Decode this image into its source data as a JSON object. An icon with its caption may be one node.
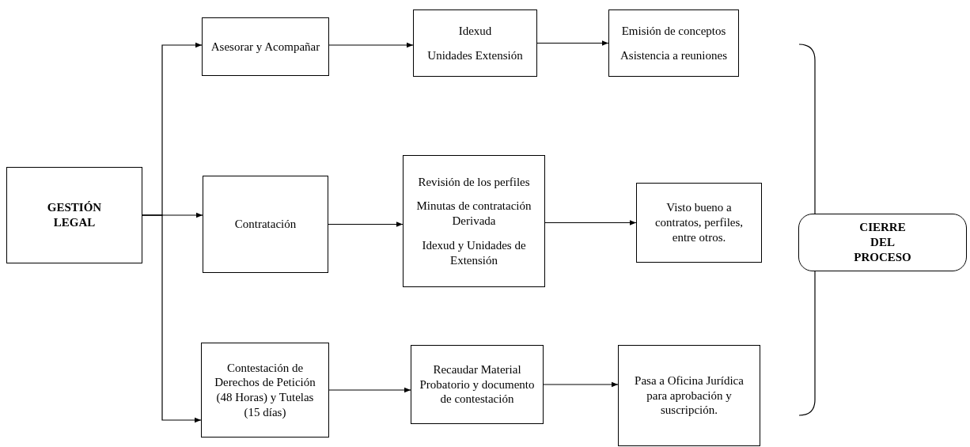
{
  "diagram": {
    "nodes": [
      {
        "text": [
          "GESTIÓN LEGAL"
        ]
      },
      {
        "text": [
          "Asesorar y Acompañar"
        ]
      },
      {
        "text": [
          "Idexud",
          "Unidades Extensión"
        ]
      },
      {
        "text": [
          "Emisión de conceptos",
          "Asistencia a reuniones"
        ]
      },
      {
        "text": [
          "Contratación"
        ]
      },
      {
        "text": [
          "Revisión de los perfiles",
          "Minutas de contratación Derivada",
          "Idexud y Unidades de Extensión"
        ]
      },
      {
        "text": [
          "Visto bueno a contratos, perfiles, entre otros."
        ]
      },
      {
        "text": [
          "Contestación de Derechos de Petición (48 Horas) y Tutelas (15 días)"
        ]
      },
      {
        "text": [
          "Recaudar Material Probatorio y documento de contestación"
        ]
      },
      {
        "text": [
          "Pasa a Oficina Jurídica para aprobación y suscripción."
        ]
      },
      {
        "text": [
          "CIERRE DEL PROCESO"
        ]
      }
    ],
    "edges": [
      {
        "from": 0,
        "to": 1,
        "arrow": "to"
      },
      {
        "from": 0,
        "to": 4,
        "arrow": "to"
      },
      {
        "from": 0,
        "to": 7,
        "arrow": "to"
      },
      {
        "from": 1,
        "to": 2,
        "arrow": "to"
      },
      {
        "from": 2,
        "to": 3,
        "arrow": "to"
      },
      {
        "from": 4,
        "to": 5,
        "arrow": "to"
      },
      {
        "from": 5,
        "to": 6,
        "arrow": "to"
      },
      {
        "from": 7,
        "to": 8,
        "arrow": "to"
      },
      {
        "from": 8,
        "to": 9,
        "arrow": "to"
      }
    ]
  }
}
